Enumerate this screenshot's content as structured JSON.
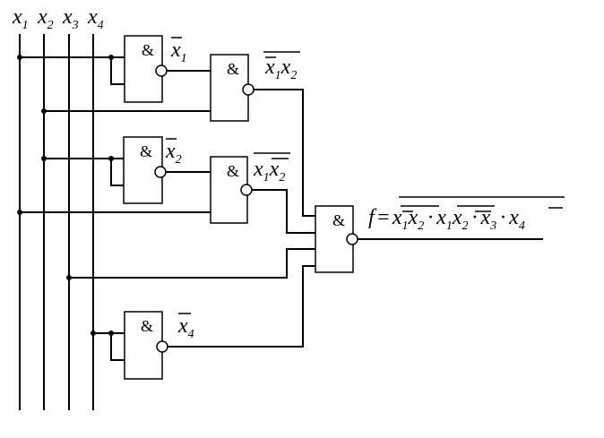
{
  "inputs": {
    "x1": {
      "base": "x",
      "sub": "1"
    },
    "x2": {
      "base": "x",
      "sub": "2"
    },
    "x3": {
      "base": "x",
      "sub": "3"
    },
    "x4": {
      "base": "x",
      "sub": "4"
    }
  },
  "gate_symbol": "&",
  "outputs": {
    "g1": {
      "base": "x",
      "sub": "1"
    },
    "g2": {
      "v1": "x",
      "s1": "1",
      "v2": "x",
      "s2": "2"
    },
    "g3": {
      "base": "x",
      "sub": "2"
    },
    "g4": {
      "v1": "x",
      "s1": "1",
      "v2": "x",
      "s2": "2"
    },
    "g5": {
      "base": "x",
      "sub": "4"
    }
  },
  "formula": {
    "lhs": "f",
    "eq": "=",
    "t1": {
      "v1": "x",
      "s1": "1",
      "v2": "x",
      "s2": "2"
    },
    "t2": {
      "v1": "x",
      "s1": "1",
      "v2": "x",
      "s2": "2"
    },
    "t3": {
      "base": "x",
      "sub": "3"
    },
    "t4": {
      "base": "x",
      "sub": "4"
    },
    "dot": "·"
  }
}
